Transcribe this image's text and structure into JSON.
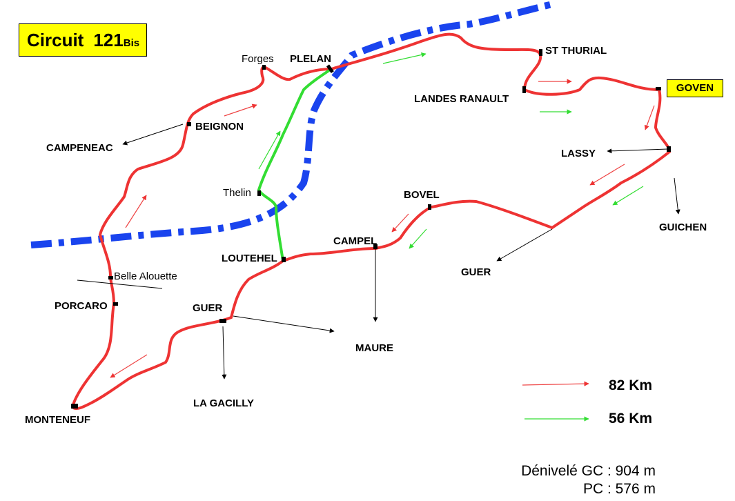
{
  "title": {
    "main": "Circuit",
    "number": "121",
    "suffix": "Bis"
  },
  "places": {
    "plelan": "PLELAN",
    "forges": "Forges",
    "st_thurial": "ST  THURIAL",
    "landes_ranault": "LANDES  RANAULT",
    "goven": "GOVEN",
    "campeneac": "CAMPENEAC",
    "beignon": "BEIGNON",
    "lassy": "LASSY",
    "guichen": "GUICHEN",
    "bovel": "BOVEL",
    "thelin": "Thelin",
    "campel": "CAMPEL",
    "loutehel": "LOUTEHEL",
    "guer_east": "GUER",
    "belle_alouette": "Belle Alouette",
    "porcaro": "PORCARO",
    "guer": "GUER",
    "maure": "MAURE",
    "la_gacilly": "LA GACILLY",
    "monteneuf": "MONTENEUF"
  },
  "legend": [
    {
      "label": "82 Km",
      "color": "#ee4444"
    },
    {
      "label": "56 Km",
      "color": "#33dd33"
    }
  ],
  "elevation": {
    "gc": "Dénivelé GC : 904 m",
    "pc": "PC : 576 m"
  },
  "colors": {
    "route_long": "#ee3333",
    "route_short": "#33dd33",
    "road_major": "#1a44ee",
    "highlight": "#ffff00"
  }
}
